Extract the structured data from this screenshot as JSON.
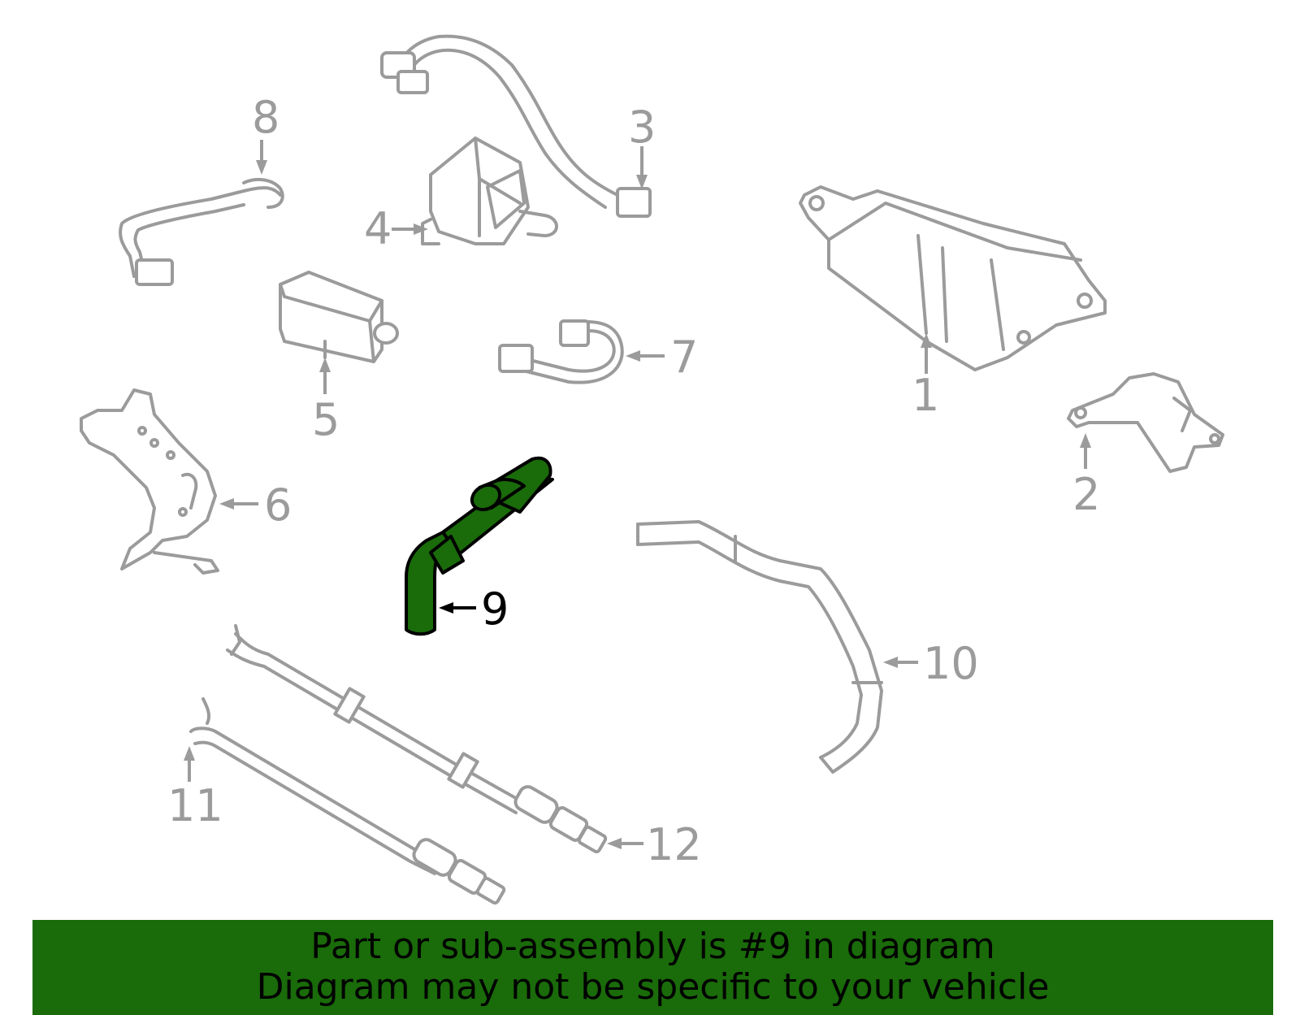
{
  "diagram": {
    "highlight_color": "#1a6b0a",
    "line_color": "#9b9b9b",
    "highlighted_part": "9",
    "callouts": {
      "c1": "1",
      "c2": "2",
      "c3": "3",
      "c4": "4",
      "c5": "5",
      "c6": "6",
      "c7": "7",
      "c8": "8",
      "c9": "9",
      "c10": "10",
      "c11": "11",
      "c12": "12"
    }
  },
  "banner": {
    "line1": "Part or sub-assembly is #9 in diagram",
    "line2": "Diagram may not be specific to your vehicle"
  }
}
